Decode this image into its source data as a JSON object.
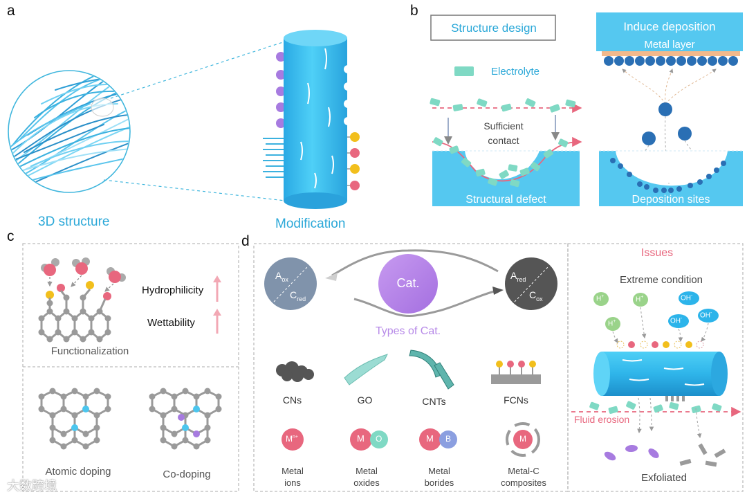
{
  "panels": {
    "a": {
      "letter": "a",
      "structure_label": "3D structure",
      "modification_label": "Modification"
    },
    "b": {
      "letter": "b",
      "structure_design": "Structure design",
      "electrolyte": "Electrolyte",
      "sufficient_contact_1": "Sufficient",
      "sufficient_contact_2": "contact",
      "structural_defect": "Structural defect",
      "induce_deposition": "Induce deposition",
      "metal_layer": "Metal layer",
      "deposition_sites": "Deposition sites"
    },
    "c": {
      "letter": "c",
      "hydrophilicity": "Hydrophilicity",
      "wettability": "Wettability",
      "functionalization": "Functionalization",
      "atomic_doping": "Atomic doping",
      "co_doping": "Co-doping"
    },
    "d": {
      "letter": "d",
      "left_circle_top": "A",
      "left_circle_top_sub": "ox",
      "left_circle_bottom": "C",
      "left_circle_bottom_sub": "red",
      "cat": "Cat.",
      "right_circle_top": "A",
      "right_circle_top_sub": "red",
      "right_circle_bottom": "C",
      "right_circle_bottom_sub": "ox",
      "types_of_cat": "Types of Cat.",
      "cns": "CNs",
      "go": "GO",
      "cnts": "CNTs",
      "fcns": "FCNs",
      "m_ion_symbol": "M",
      "m_ion_sup": "n+",
      "m_oxide_m": "M",
      "m_oxide_o": "O",
      "m_boride_m": "M",
      "m_boride_b": "B",
      "m_c_m": "M",
      "metal_ions_1": "Metal",
      "metal_ions_2": "ions",
      "metal_oxides_1": "Metal",
      "metal_oxides_2": "oxides",
      "metal_borides_1": "Metal",
      "metal_borides_2": "borides",
      "metal_c_1": "Metal-C",
      "metal_c_2": "composites",
      "issues": "Issues",
      "extreme_condition": "Extreme condition",
      "h_plus": "H",
      "oh_minus": "OH",
      "fluid_erosion": "Fluid erosion",
      "exfoliated": "Exfoliated"
    },
    "watermark": "大数跨境"
  },
  "colors": {
    "cyan": "#2ba8d8",
    "fiber_blue": "#3ec0ef",
    "teal": "#7fd9c4",
    "pink": "#e8677e",
    "yellow": "#f2bf1c",
    "purple": "#a77be0",
    "gray": "#9a9a9a",
    "navy": "#2a6fb4"
  }
}
